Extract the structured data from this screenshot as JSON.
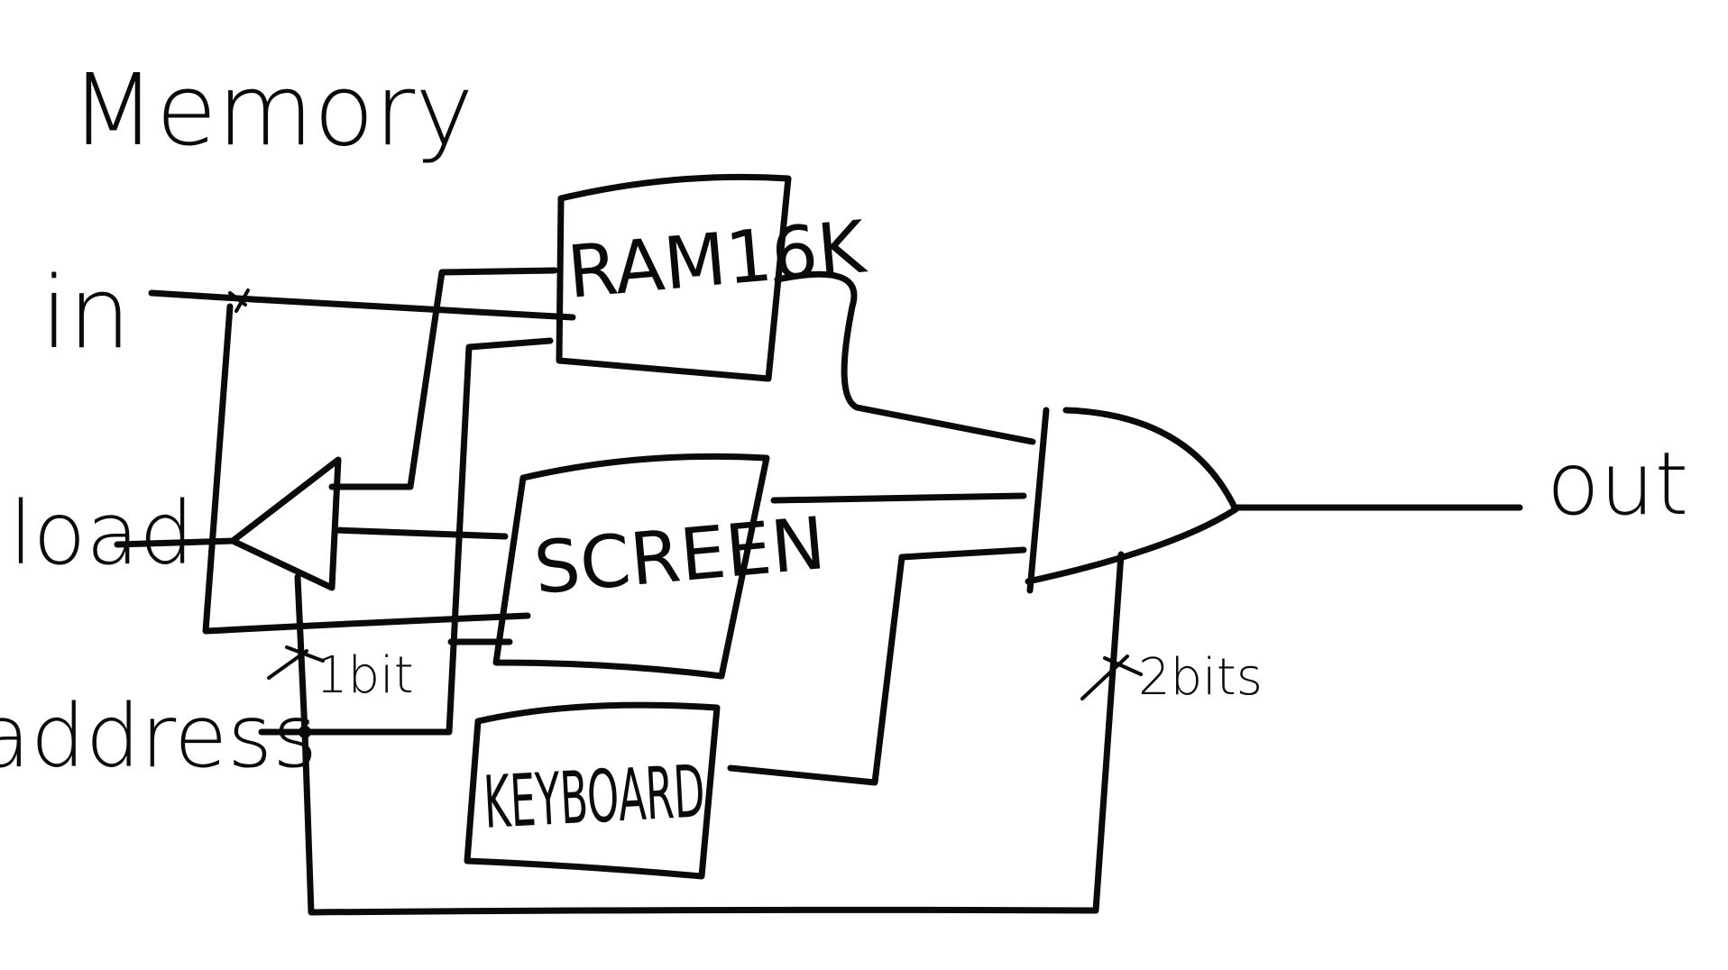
{
  "diagram": {
    "title": "Memory",
    "inputs": {
      "in": "in",
      "load": "load",
      "address": "address"
    },
    "blocks": {
      "ram": "RAM16K",
      "screen": "SCREEN",
      "keyboard": "KEYBOARD"
    },
    "output": "out",
    "annotations": {
      "demux_width": "1bit",
      "mux_select_width": "2bits"
    },
    "components": {
      "demux": "demultiplexer",
      "mux": "multiplexer"
    }
  }
}
